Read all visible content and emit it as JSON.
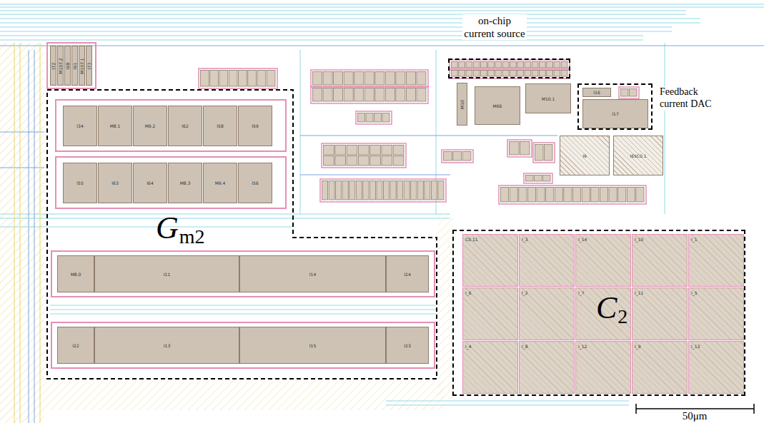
{
  "diagram": {
    "nodes": [
      {
        "text": [
          "I72"
        ]
      },
      {
        "text": [
          "M107.2"
        ]
      },
      {
        "text": [
          "I68"
        ]
      },
      {
        "text": [
          "I61"
        ]
      },
      {
        "text": [
          "M107.1"
        ]
      },
      {
        "text": [
          "I73"
        ]
      },
      {
        "text": [
          "on-chip current source"
        ]
      },
      {
        "text": [
          "Feedback current DAC"
        ]
      },
      {
        "text": [
          "I16"
        ],
        "in": 7
      },
      {
        "text": [
          "I17"
        ],
        "in": 7
      },
      {
        "text": [
          "M10"
        ]
      },
      {
        "text": [
          "M66"
        ]
      },
      {
        "text": [
          "M10.1"
        ]
      },
      {
        "text": [
          "I9"
        ]
      },
      {
        "text": [
          "I65C0.1"
        ]
      },
      {
        "text": [
          "G",
          "m2"
        ]
      },
      {
        "text": [
          "I34"
        ],
        "in": 15
      },
      {
        "text": [
          "M8.1"
        ],
        "in": 15
      },
      {
        "text": [
          "M9.2"
        ],
        "in": 15
      },
      {
        "text": [
          "I62"
        ],
        "in": 15
      },
      {
        "text": [
          "I58"
        ],
        "in": 15
      },
      {
        "text": [
          "I59"
        ],
        "in": 15
      },
      {
        "text": [
          "I55"
        ],
        "in": 15
      },
      {
        "text": [
          "I63"
        ],
        "in": 15
      },
      {
        "text": [
          "I64"
        ],
        "in": 15
      },
      {
        "text": [
          "M8.3"
        ],
        "in": 15
      },
      {
        "text": [
          "M9.4"
        ],
        "in": 15
      },
      {
        "text": [
          "I56"
        ],
        "in": 15
      },
      {
        "text": [
          "M8.0"
        ],
        "in": 15
      },
      {
        "text": [
          "I11"
        ],
        "in": 15
      },
      {
        "text": [
          "I14"
        ],
        "in": 15
      },
      {
        "text": [
          "I24"
        ],
        "in": 15
      },
      {
        "text": [
          "I22"
        ],
        "in": 15
      },
      {
        "text": [
          "I13"
        ],
        "in": 15
      },
      {
        "text": [
          "I15"
        ],
        "in": 15
      },
      {
        "text": [
          "I23"
        ],
        "in": 15
      },
      {
        "text": [
          "C",
          "2"
        ]
      },
      {
        "text": [
          "C0.11"
        ],
        "in": 36
      },
      {
        "text": [
          "I_3"
        ],
        "in": 36
      },
      {
        "text": [
          "I_14"
        ],
        "in": 36
      },
      {
        "text": [
          "I_10"
        ],
        "in": 36
      },
      {
        "text": [
          "I_1"
        ],
        "in": 36
      },
      {
        "text": [
          "I_6"
        ],
        "in": 36
      },
      {
        "text": [
          "I_2"
        ],
        "in": 36
      },
      {
        "text": [
          "I_7"
        ],
        "in": 36
      },
      {
        "text": [
          "I_11"
        ],
        "in": 36
      },
      {
        "text": [
          "I_5"
        ],
        "in": 36
      },
      {
        "text": [
          "I_4"
        ],
        "in": 36
      },
      {
        "text": [
          "I_8"
        ],
        "in": 36
      },
      {
        "text": [
          "I_12"
        ],
        "in": 36
      },
      {
        "text": [
          "I_9"
        ],
        "in": 36
      },
      {
        "text": [
          "I_13"
        ],
        "in": 36
      }
    ],
    "labels": [
      "50μm"
    ]
  }
}
